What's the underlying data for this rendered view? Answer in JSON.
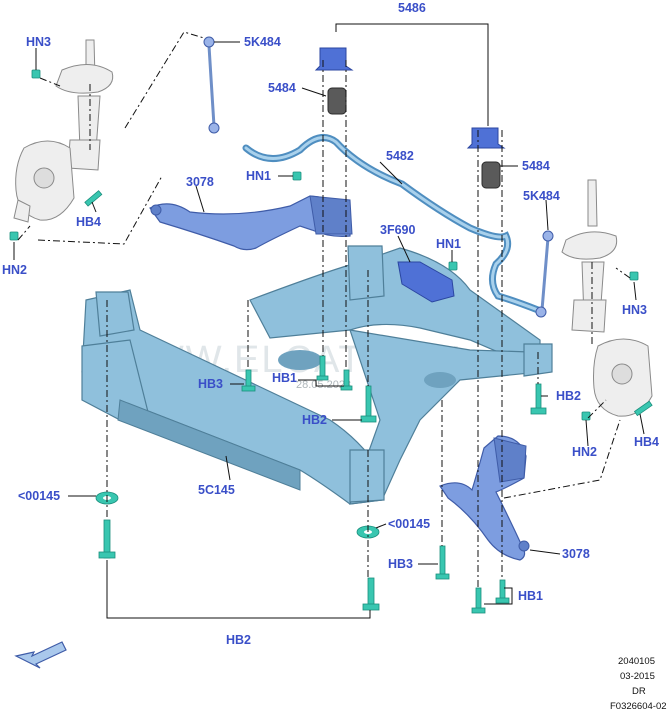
{
  "labels": {
    "hn3_left": "HN3",
    "part_5k484_top": "5K484",
    "part_5486": "5486",
    "part_5484_left": "5484",
    "part_5482": "5482",
    "part_5484_right": "5484",
    "part_5k484_right": "5K484",
    "hn1_left": "HN1",
    "part_3078_upper": "3078",
    "hb4_left": "HB4",
    "hn2_left": "HN2",
    "part_3f690": "3F690",
    "hn1_center": "HN1",
    "hn3_right": "HN3",
    "hb1_center": "HB1",
    "hb3_center": "HB3",
    "hb2_center": "HB2",
    "hb2_right": "HB2",
    "hn2_right": "HN2",
    "hb4_right": "HB4",
    "part_5c145": "5C145",
    "part_00145_left": "<00145",
    "part_00145_right": "<00145",
    "part_3078_lower": "3078",
    "hb3_lower": "HB3",
    "hb1_lower": "HB1",
    "hb2_bottom": "HB2"
  },
  "watermark": {
    "site": "WWW.ELCATS.RU",
    "date": "28.05.2023"
  },
  "footer": {
    "code": "2040105",
    "date": "03-2015",
    "side": "DR",
    "figure": "F0326604-02"
  },
  "colors": {
    "label": "#3a4fc8",
    "subframe": "#8fc0dc",
    "control_arm": "#7d9de0",
    "fastener": "#39c6b0",
    "bushing": "#5a5a5a"
  },
  "icons": {
    "direction": "forward-arrow-icon"
  }
}
